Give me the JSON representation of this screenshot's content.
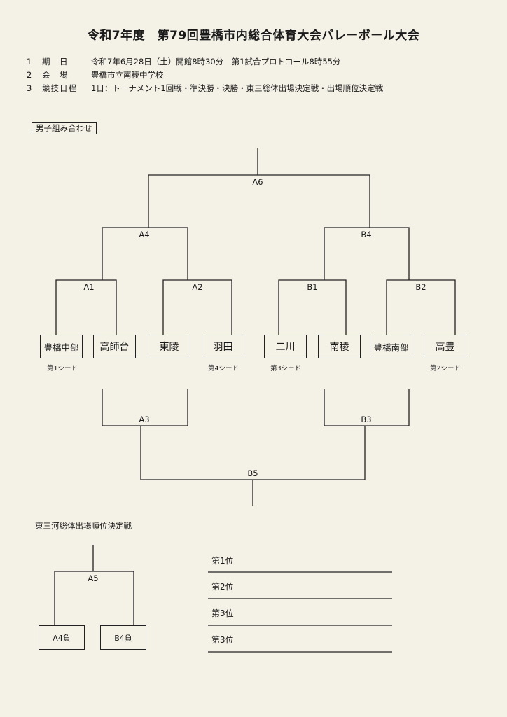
{
  "title": "令和7年度　第79回豊橋市内総合体育大会バレーボール大会",
  "info": [
    {
      "num": "1",
      "label": "期　日",
      "value": "令和7年6月28日（土）開館8時30分　第1試合プロトコール8時55分"
    },
    {
      "num": "2",
      "label": "会　場",
      "value": "豊橋市立南稜中学校"
    },
    {
      "num": "3",
      "label": "競技日程",
      "value": "1日：トーナメント1回戦・準決勝・決勝・東三総体出場決定戦・出場順位決定戦"
    }
  ],
  "section_label": "男子組み合わせ",
  "teams": [
    "豊橋中部",
    "高師台",
    "東陵",
    "羽田",
    "二川",
    "南稜",
    "豊橋南部",
    "高豊"
  ],
  "seeds": {
    "team1": "第1シード",
    "team4": "第4シード",
    "team5": "第3シード",
    "team8": "第2シード"
  },
  "matches": {
    "A1": "A1",
    "A2": "A2",
    "B1": "B1",
    "B2": "B2",
    "A4": "A4",
    "B4": "B4",
    "A6": "A6",
    "A3": "A3",
    "B3": "B3",
    "B5": "B5",
    "A5": "A5"
  },
  "placement": {
    "heading": "東三河総体出場順位決定戦",
    "left_box": "A4負",
    "right_box": "B4負",
    "ranks": [
      "第1位",
      "第2位",
      "第3位",
      "第3位"
    ]
  }
}
